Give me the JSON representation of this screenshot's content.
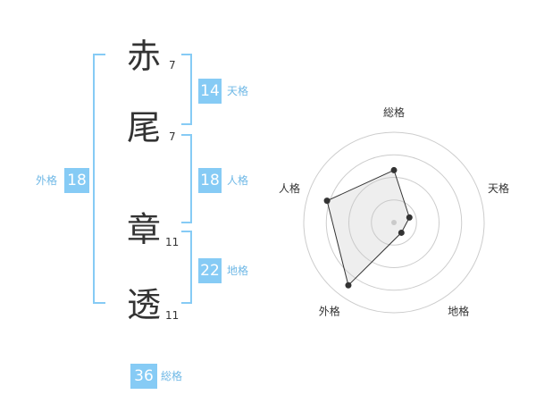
{
  "name": {
    "chars": [
      {
        "char": "赤",
        "strokes": "7"
      },
      {
        "char": "尾",
        "strokes": "7"
      },
      {
        "char": "章",
        "strokes": "11"
      },
      {
        "char": "透",
        "strokes": "11"
      }
    ]
  },
  "kaku": {
    "tenkaku": {
      "value": "14",
      "label": "天格"
    },
    "jinkaku": {
      "value": "18",
      "label": "人格"
    },
    "chikaku": {
      "value": "22",
      "label": "地格"
    },
    "gaikaku": {
      "value": "18",
      "label": "外格"
    },
    "soukaku": {
      "value": "36",
      "label": "総格"
    }
  },
  "colors": {
    "accent": "#86cbf5",
    "label": "#6fb8e6",
    "text": "#333333"
  },
  "chart_data": {
    "type": "radar",
    "axes": [
      "総格",
      "天格",
      "地格",
      "外格",
      "人格"
    ],
    "values": [
      0.58,
      0.18,
      0.14,
      0.86,
      0.78
    ],
    "range": [
      0,
      1
    ],
    "rings": 4
  }
}
